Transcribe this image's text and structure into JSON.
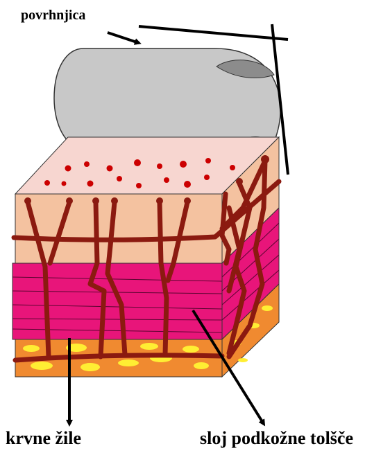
{
  "labels": {
    "surface": "povrhnjica",
    "blood_vessels": "krvne žile",
    "fat_layer": "sloj podkožne tolšče"
  },
  "colors": {
    "surface_sheet": "#c8c8c8",
    "surface_inner": "#8c8c8c",
    "epidermis_top": "#f7d6d0",
    "dermis": "#f4c2a0",
    "subcutis": "#e8157a",
    "fat_base": "#f08a30",
    "fat_cells": "#ffee33",
    "vessels": "#8b1a10",
    "dots": "#cc0000",
    "pointer_lines": "#000000"
  }
}
